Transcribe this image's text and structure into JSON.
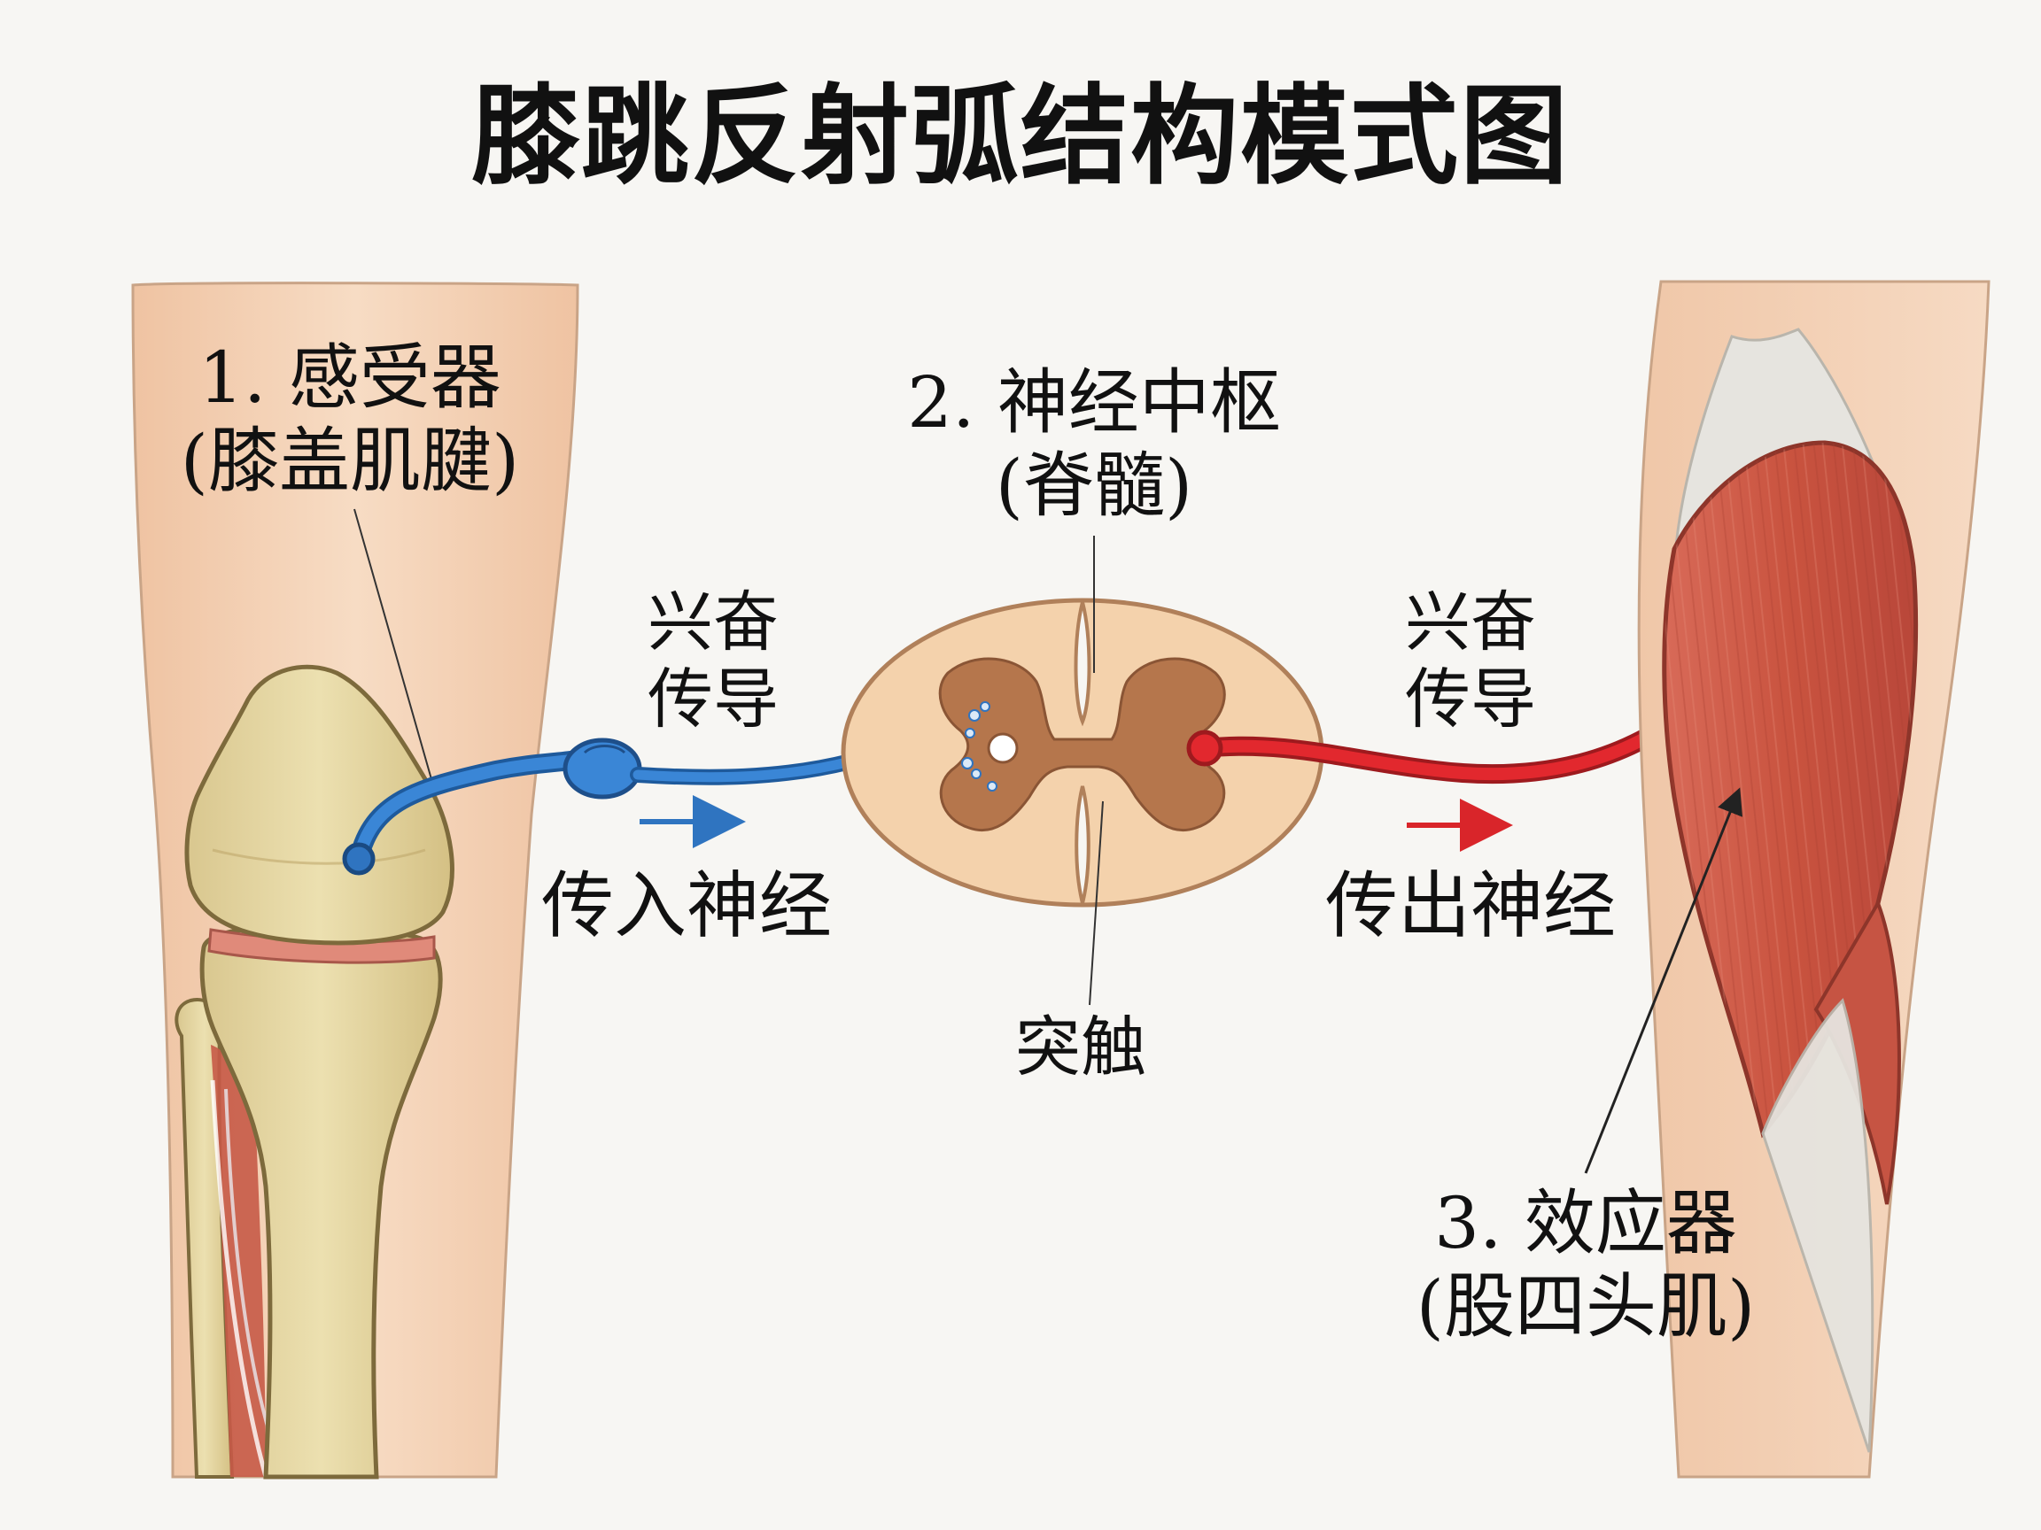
{
  "title": "膝跳反射弧结构模式图",
  "labels": {
    "receptor": {
      "name": "1. 感受器",
      "detail": "(膝盖肌腱)"
    },
    "center": {
      "name": "2. 神经中枢",
      "detail": "(脊髓)"
    },
    "effector": {
      "name": "3. 效应器",
      "detail": "(股四头肌)"
    },
    "afferent_signal": {
      "line1": "兴奋",
      "line2": "传导"
    },
    "efferent_signal": {
      "line1": "兴奋",
      "line2": "传导"
    },
    "afferent_nerve": "传入神经",
    "efferent_nerve": "传出神经",
    "synapse": "突触"
  },
  "colors": {
    "afferent": "#2f74c0",
    "efferent": "#d9252a",
    "skin": "#f1c9a9",
    "bone": "#e0d29c",
    "grey_matter": "#b5764c",
    "white_matter": "#f3d3ad",
    "muscle": "#cc5a4a",
    "tendon": "#e4e2dc"
  }
}
